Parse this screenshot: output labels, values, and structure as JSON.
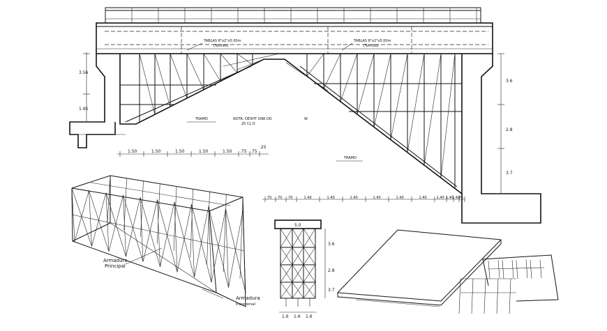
{
  "elevation": {
    "deck_label_left": "TABLAS 8\"x2\"x5.00m",
    "deck_label_left_sub": "(Tornillo)",
    "deck_label_right": "TABLAS 8\"x2\"x5.00m",
    "deck_label_right_sub": "(Tornillo)",
    "tramo_left": "TRAMO",
    "tramo_right": "TRAMO",
    "note_center": "NOTA: DESHT UNA DO",
    "note_center_sub": "20 CL D",
    "note_mark": "W",
    "left_heights": [
      "3.56",
      "1.95"
    ],
    "right_heights": [
      "3.6",
      "2.8",
      "3.7"
    ],
    "bottom_dims_left": [
      "1.50",
      "1.50",
      "1.50",
      "1.50",
      "1.50",
      ".75",
      ".75"
    ],
    "extra_dim": ".25",
    "bottom_dims_right": [
      ".70",
      ".70",
      ".70",
      "1.40",
      "1.40",
      "1.40",
      "1.40",
      "1.40",
      "1.40",
      "1.40",
      "1.40",
      "1.40",
      ".75"
    ]
  },
  "isometric": {
    "label_main": "Armadura",
    "label_main_sub": "Principal",
    "label_trans": "Armadura",
    "label_trans_sub": "transversal"
  },
  "section": {
    "top_dim": "5.0",
    "side_dims": [
      "3.6",
      "2.8",
      "3.7"
    ],
    "bottom_dims": [
      "1.6",
      "1.6",
      "1.6"
    ]
  }
}
